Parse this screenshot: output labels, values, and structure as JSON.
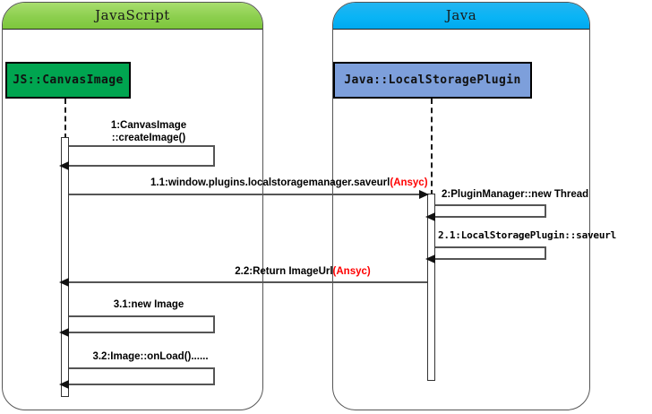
{
  "diagram": {
    "type": "sequence-diagram",
    "title": "",
    "participants": [
      {
        "id": "javascript",
        "panel_label": "JavaScript",
        "object_label": "JS::CanvasImage",
        "panel_color": "#8ccf4e",
        "object_color": "#00a550"
      },
      {
        "id": "java",
        "panel_label": "Java",
        "object_label": "Java::LocalStoragePlugin",
        "panel_color": "#0ab4f5",
        "object_color": "#7d9fdb"
      }
    ],
    "messages": [
      {
        "seq": "1",
        "line1": "1:CanvasImage",
        "line2": "::createImage()",
        "kind": "self-call",
        "from": "javascript",
        "to": "javascript",
        "async": ""
      },
      {
        "seq": "1.1",
        "text": "1.1:window.plugins.localstoragemanager.saveurl",
        "async": "(Ansyc)",
        "kind": "call",
        "from": "javascript",
        "to": "java"
      },
      {
        "seq": "2",
        "text": "2:PluginManager::new Thread",
        "async": "",
        "kind": "self-call",
        "from": "java",
        "to": "java"
      },
      {
        "seq": "2.1",
        "text": "2.1:LocalStoragePlugin::saveurl",
        "async": "",
        "kind": "self-call",
        "from": "java",
        "to": "java"
      },
      {
        "seq": "2.2",
        "text": "2.2:Return ImageUrl",
        "async": "(Ansyc)",
        "kind": "return",
        "from": "java",
        "to": "javascript"
      },
      {
        "seq": "3.1",
        "text": "3.1:new Image",
        "async": "",
        "kind": "self-call",
        "from": "javascript",
        "to": "javascript"
      },
      {
        "seq": "3.2",
        "text": "3.2:Image::onLoad()......",
        "async": "",
        "kind": "self-call",
        "from": "javascript",
        "to": "javascript"
      }
    ],
    "colors": {
      "async_marker": "#ff0000",
      "line": "#555555",
      "arrowhead": "#111111"
    }
  }
}
